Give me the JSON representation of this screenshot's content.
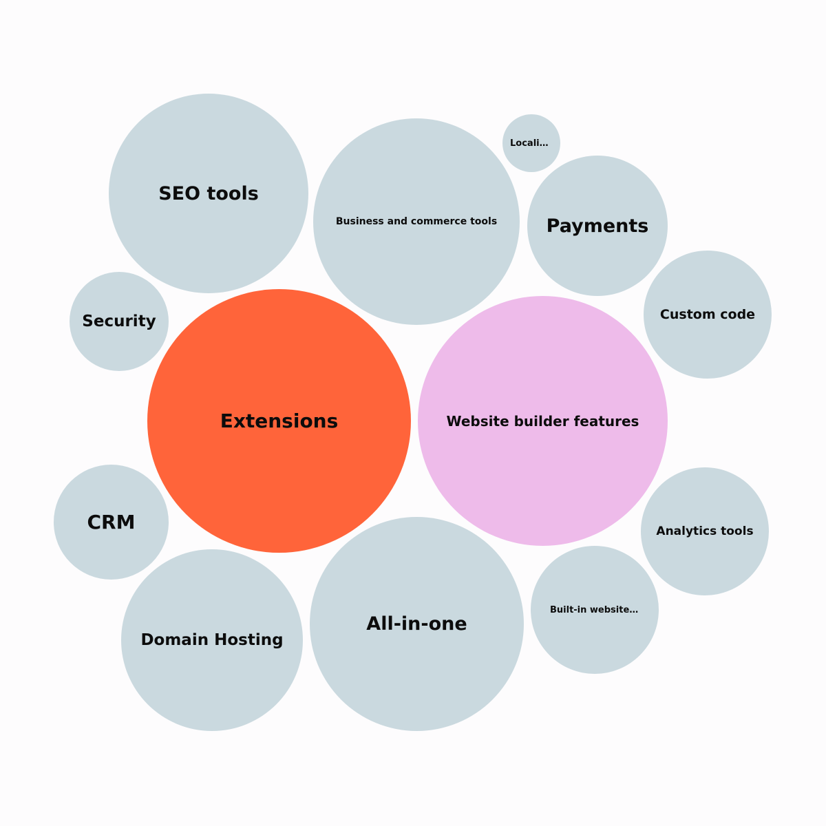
{
  "colors": {
    "default_bubble": "#cad9df",
    "extensions_bubble": "#ff643a",
    "website_builder_bubble": "#eebbea",
    "text": "#0c0c0c",
    "background": "#fdfcfd"
  },
  "bubbles": {
    "seo_tools": {
      "label": "SEO tools",
      "color": "#cad9df"
    },
    "business_commerce": {
      "label": "Business and commerce tools",
      "color": "#cad9df"
    },
    "localization": {
      "label": "Localiz...",
      "color": "#cad9df"
    },
    "payments": {
      "label": "Payments",
      "color": "#cad9df"
    },
    "custom_code": {
      "label": "Custom code",
      "color": "#cad9df"
    },
    "security": {
      "label": "Security",
      "color": "#cad9df"
    },
    "extensions": {
      "label": "Extensions",
      "color": "#ff643a"
    },
    "website_builder": {
      "label": "Website builder features",
      "color": "#eebbea"
    },
    "analytics_tools": {
      "label": "Analytics tools",
      "color": "#cad9df"
    },
    "crm": {
      "label": "CRM",
      "color": "#cad9df"
    },
    "built_in_website": {
      "label": "Built-in website e...",
      "color": "#cad9df"
    },
    "domain_hosting": {
      "label": "Domain Hosting",
      "color": "#cad9df"
    },
    "all_in_one": {
      "label": "All-in-one",
      "color": "#cad9df"
    }
  }
}
